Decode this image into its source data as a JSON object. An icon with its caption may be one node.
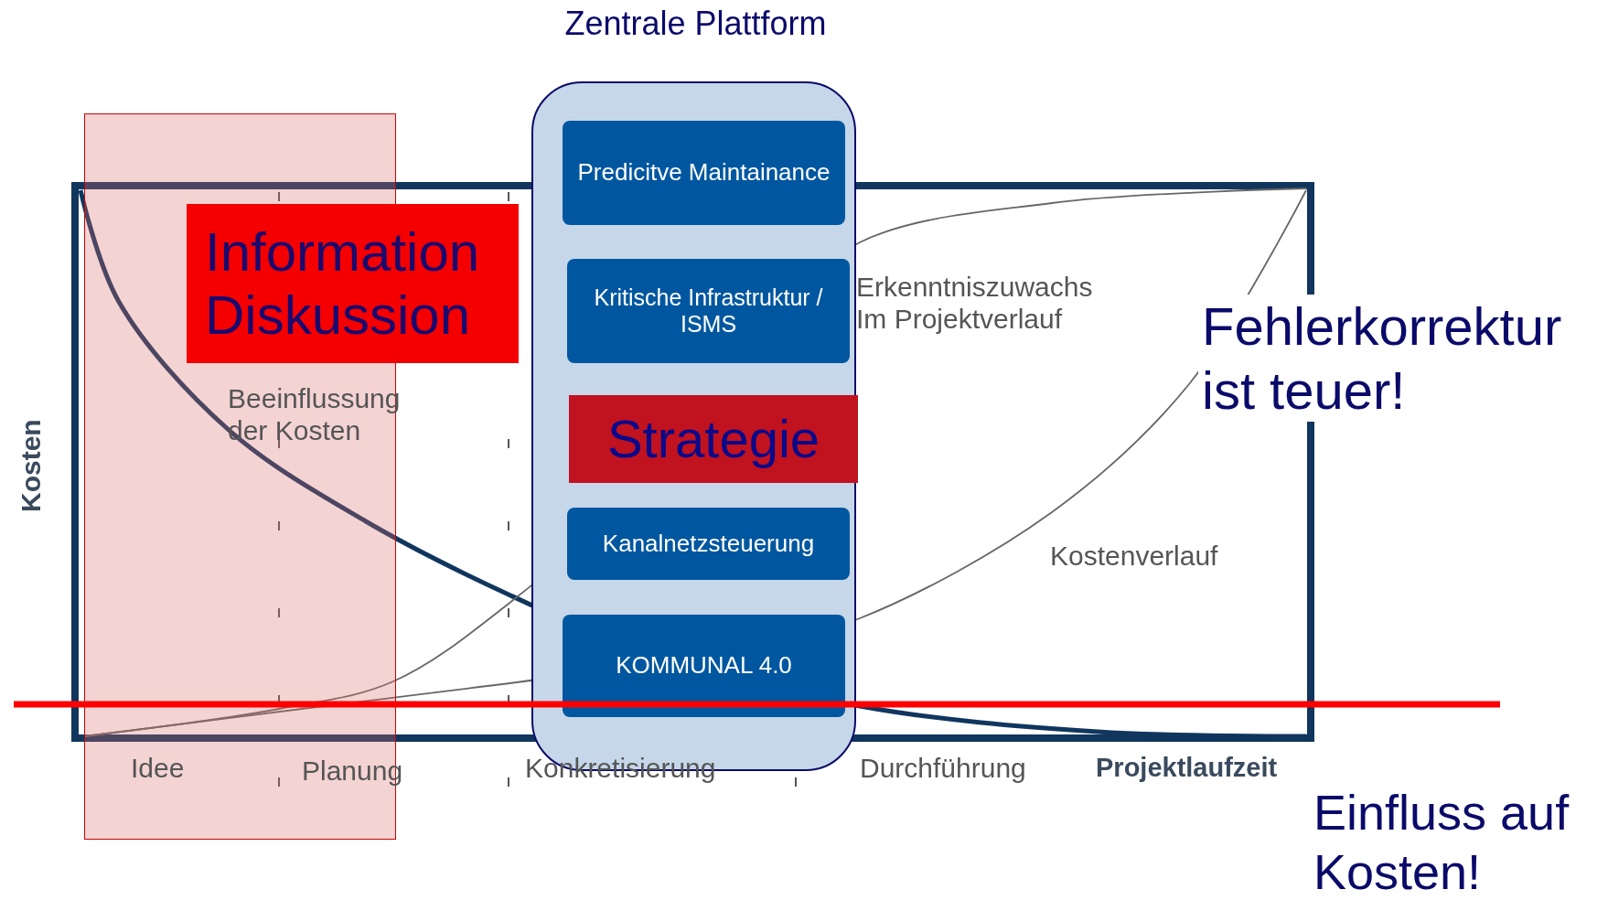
{
  "diagram": {
    "nodes": [
      {
        "text": [
          "Information Diskussion"
        ]
      },
      {
        "text": [
          "Zentrale Plattform"
        ]
      },
      {
        "text": [
          "Predicitve Maintainance"
        ],
        "in": 1
      },
      {
        "text": [
          "Kritische Infrastruktur / ISMS"
        ],
        "in": 1
      },
      {
        "text": [
          "Strategie"
        ],
        "in": 1
      },
      {
        "text": [
          "Kanalnetzsteuerung"
        ],
        "in": 1
      },
      {
        "text": [
          "KOMMUNAL 4.0"
        ],
        "in": 1
      }
    ],
    "labels": [
      "Kosten",
      "Beeinflussung der Kosten",
      "Erkenntniszuwachs Im Projektverlauf",
      "Fehlerkorrektur ist teuer!",
      "Kostenverlauf",
      "Idee",
      "Planung",
      "Konkretisierung",
      "Durchführung",
      "Projektlaufzeit",
      "Einfluss auf Kosten!"
    ]
  }
}
